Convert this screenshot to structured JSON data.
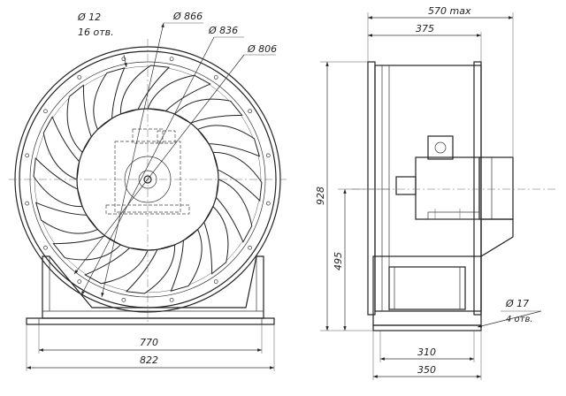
{
  "front_view": {
    "holes_label": "Ø 12",
    "holes_count": "16 отв.",
    "dia_outer": "Ø 866",
    "dia_mid": "Ø 836",
    "dia_inner": "Ø 806",
    "width_inner": "770",
    "width_outer": "822"
  },
  "side_view": {
    "length_max": "570 max",
    "length": "375",
    "height_total": "928",
    "height_axis": "495",
    "base_holes_label": "Ø 17",
    "base_holes_count": "4 отв.",
    "base_inner": "310",
    "base_outer": "350"
  },
  "fan": {
    "blade_count": 16,
    "bolt_count": 16
  }
}
